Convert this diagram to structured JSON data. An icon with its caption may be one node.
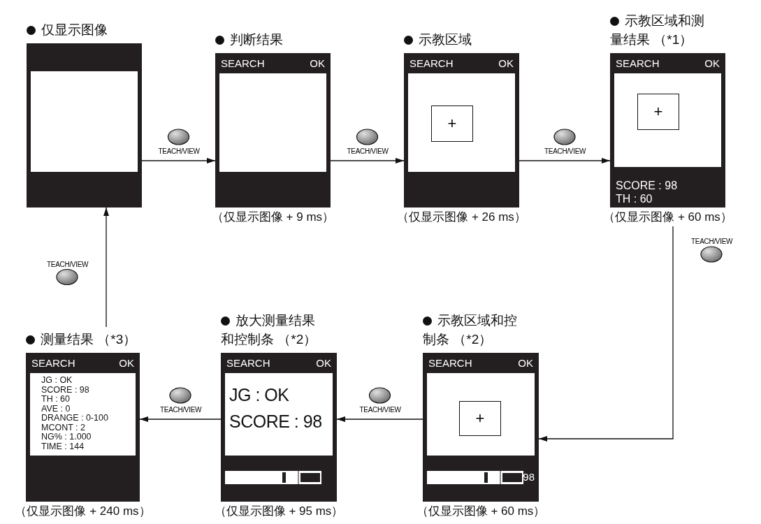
{
  "diagram": {
    "nodes": [
      {
        "text": [
          "仅显示图像"
        ]
      },
      {
        "text": [
          "判断结果",
          "SEARCH",
          "OK"
        ],
        "beside": [
          "（仅显示图像 + 9 ms）"
        ]
      },
      {
        "text": [
          "示教区域",
          "SEARCH",
          "OK"
        ],
        "beside": [
          "（仅显示图像 + 26 ms）"
        ]
      },
      {
        "text": [
          "+"
        ],
        "in": 2
      },
      {
        "text": [
          "示教区域和测量结果 （*1）",
          "SEARCH",
          "OK",
          "SCORE : 98",
          "TH : 60"
        ],
        "beside": [
          "（仅显示图像 + 60 ms）"
        ]
      },
      {
        "text": [
          "+"
        ],
        "in": 4
      },
      {
        "text": [
          "测量结果 （*3）",
          "SEARCH",
          "OK",
          "JG : OK",
          "SCORE : 98",
          "TH : 60",
          "AVE : 0",
          "DRANGE : 0-100",
          "MCONT : 2",
          "NG% : 1.000",
          "TIME : 144"
        ],
        "beside": [
          "（仅显示图像 + 240 ms）"
        ]
      },
      {
        "text": [
          "放大测量结果和控制条 （*2）",
          "SEARCH",
          "OK",
          "JG : OK",
          "SCORE : 98"
        ],
        "beside": [
          "（仅显示图像 + 95 ms）"
        ]
      },
      {
        "text": [
          "示教区域和控制条 （*2）",
          "SEARCH",
          "OK",
          "98"
        ],
        "beside": [
          "（仅显示图像 + 60 ms）"
        ]
      },
      {
        "text": [
          "+"
        ],
        "in": 8
      }
    ],
    "edges": [
      {
        "from": 0,
        "to": 1,
        "arrow": "to",
        "label": "TEACH/VIEW"
      },
      {
        "from": 1,
        "to": 2,
        "arrow": "to",
        "label": "TEACH/VIEW"
      },
      {
        "from": 2,
        "to": 4,
        "arrow": "to",
        "label": "TEACH/VIEW"
      },
      {
        "from": 4,
        "to": 8,
        "arrow": "to",
        "label": "TEACH/VIEW"
      },
      {
        "from": 8,
        "to": 7,
        "arrow": "to",
        "label": "TEACH/VIEW"
      },
      {
        "from": 7,
        "to": 6,
        "arrow": "to",
        "label": "TEACH/VIEW"
      },
      {
        "from": 6,
        "to": 0,
        "arrow": "to",
        "label": "TEACH/VIEW"
      }
    ]
  }
}
